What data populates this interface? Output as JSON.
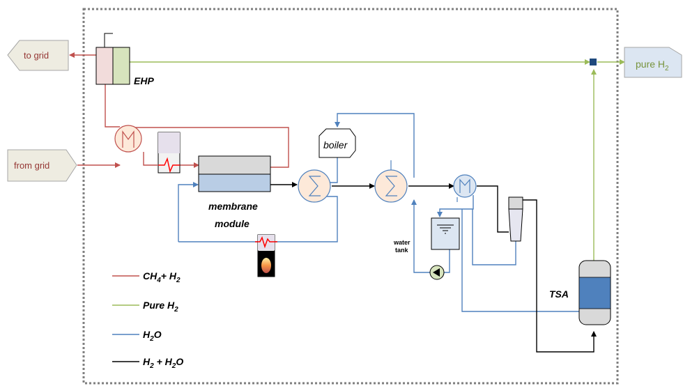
{
  "io": {
    "to_grid": "to grid",
    "from_grid": "from grid",
    "pure_h2_main": "pure H",
    "pure_h2_sub": "2"
  },
  "units": {
    "ehp": "EHP",
    "boiler": "boiler",
    "membrane_line1": "membrane",
    "membrane_line2": "module",
    "water_tank_line1": "water",
    "water_tank_line2": "tank",
    "tsa": "TSA"
  },
  "legend": {
    "ch4_h2": {
      "pre": "CH",
      "s1": "4",
      "mid": "+ H",
      "s2": "2"
    },
    "pure_h2": {
      "pre": "Pure H",
      "s1": "2"
    },
    "h2o": {
      "pre": "H",
      "s1": "2",
      "post": "O"
    },
    "h2_h2o": {
      "pre": "H",
      "s1": "2",
      "mid": " + H",
      "s2": "2",
      "post": "O"
    }
  },
  "colors": {
    "ch4_h2": "#c0504d",
    "pure_h2": "#9bbb59",
    "h2o": "#4f81bd",
    "h2_h2o": "#000000",
    "grid_label": "#953734",
    "pure_h2_label": "#77933c"
  }
}
